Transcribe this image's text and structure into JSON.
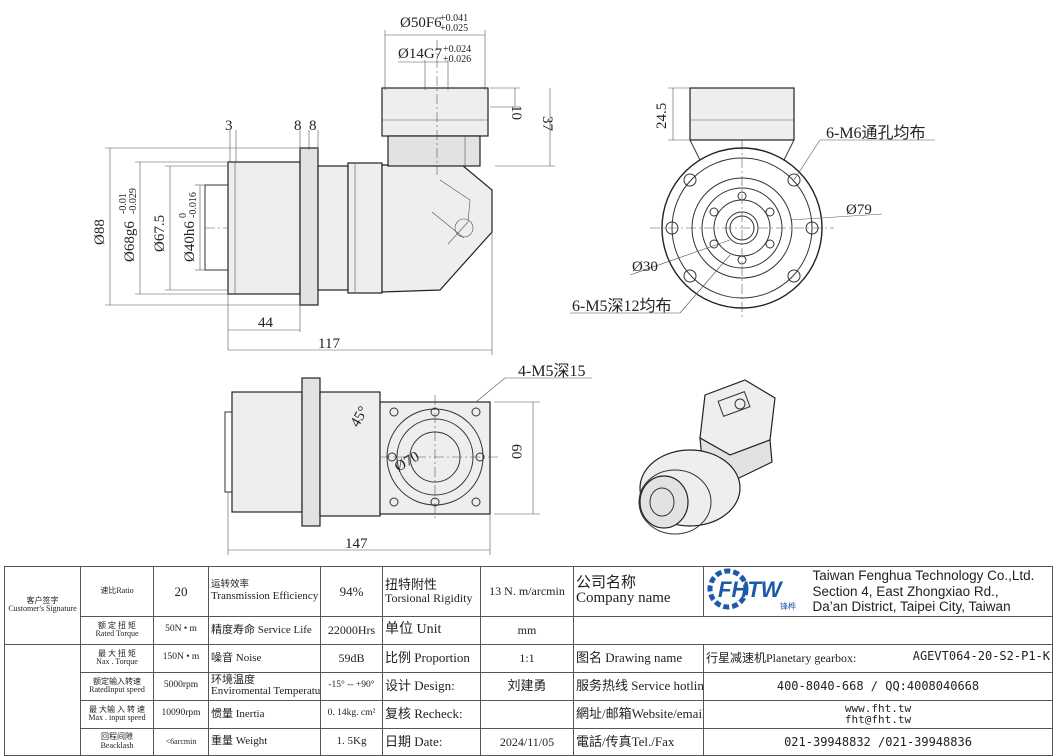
{
  "dimensions": {
    "shaft_fit": "Ø50F6",
    "shaft_fit_tol_upper": "+0.041",
    "shaft_fit_tol_lower": "+0.025",
    "bore_fit": "Ø14G7",
    "bore_fit_tol_upper": "+0.024",
    "bore_fit_tol_lower": "+0.026",
    "dim_3": "3",
    "dim_8a": "8",
    "dim_8b": "8",
    "dim_10": "10",
    "dim_37": "37",
    "dim_88": "Ø88",
    "dim_68": "Ø68g6",
    "dim_68_tol_upper": "-0.01",
    "dim_68_tol_lower": "-0.029",
    "dim_67_5": "Ø67.5",
    "dim_40": "Ø40h6",
    "dim_40_tol_upper": "0",
    "dim_40_tol_lower": "-0.016",
    "dim_44": "44",
    "dim_117": "117",
    "dim_24_5": "24.5",
    "holes_m6": "6-M6通孔均布",
    "dim_79": "Ø79",
    "dim_30": "Ø30",
    "holes_m5_12": "6-M5深12均布",
    "holes_m5_15": "4-M5深15",
    "angle_45": "45°",
    "dim_70": "Ø70",
    "dim_60": "60",
    "dim_147": "147"
  },
  "title_block": {
    "customer_signature_cn": "客户签字",
    "customer_signature_en": "Customer's Signature",
    "ratio_cn": "速比",
    "ratio_en": "Ratio",
    "ratio_value": "20",
    "efficiency_cn": "运转效率",
    "efficiency_en": "Transmission Efficiency",
    "efficiency_value": "94%",
    "torsional_rigidity_cn": "扭特附性",
    "torsional_rigidity_en": "Torsional Rigidity",
    "torsional_rigidity_value": "13 N. m/arcmin",
    "company_name_cn": "公司名称",
    "company_name_en": "Company name",
    "logo_text": "FHTW",
    "logo_sub": "锋桦",
    "company_line1": "Taiwan Fenghua Technology Co.,Ltd.",
    "company_line2": "Section 4, East Zhongxiao Rd.,",
    "company_line3": "Da’an District, Taipei City, Taiwan",
    "rated_torque_cn": "额 定 扭 矩",
    "rated_torque_en": "Rated Torque",
    "rated_torque_value": "50N • m",
    "service_life_cn": "精度寿命",
    "service_life_en": "Service Life",
    "service_life_value": "22000Hrs",
    "unit_cn": "单位",
    "unit_en": "Unit",
    "unit_value": "mm",
    "max_torque_cn": "最 大 扭 矩",
    "max_torque_en": "Nax . Torque",
    "max_torque_value": "150N • m",
    "noise_cn": "噪音",
    "noise_en": "Noise",
    "noise_value": "59dB",
    "proportion_cn": "比例",
    "proportion_en": "Proportion",
    "proportion_value": "1:1",
    "drawing_name_cn": "图名",
    "drawing_name_en": "Drawing name",
    "drawing_name_value_label": "行星减速机Planetary gearbox:",
    "drawing_name_value": "AGEVT064-20-S2-P1-K",
    "rated_input_speed_cn": "额定输入转速",
    "rated_input_speed_en": "RatedInput speed",
    "rated_input_speed_value": "5000rpm",
    "temperature_cn": "环境温度",
    "temperature_en": "Enviromental Temperature",
    "temperature_value": "-15° -- +90°",
    "design_cn": "设计",
    "design_en": "Design:",
    "design_value": "刘建勇",
    "service_hotline_cn": "服务热线",
    "service_hotline_en": "Service hotline",
    "service_hotline_value": "400-8040-668 / QQ:4008040668",
    "max_input_speed_cn": "最 大输 入 转 速",
    "max_input_speed_en": "Max . input speed",
    "max_input_speed_value": "10090rpm",
    "inertia_cn": "惯量",
    "inertia_en": "Inertia",
    "inertia_value": "0. 14kg. cm²",
    "recheck_cn": "复核",
    "recheck_en": "Recheck:",
    "recheck_value": "",
    "website_cn": "網址/邮箱",
    "website_en": "Website/email",
    "website_value1": "www.fht.tw",
    "website_value2": "fht@fht.tw",
    "backlash_cn": "回程间隙",
    "backlash_en": "Beacklash",
    "backlash_value": "<6arcmin",
    "weight_cn": "重量",
    "weight_en": "Weight",
    "weight_value": "1. 5Kg",
    "date_cn": "日期",
    "date_en": "Date:",
    "date_value": "2024/11/05",
    "tel_cn": "電話/传真",
    "tel_en": "Tel./Fax",
    "tel_value": "021-39948832 /021-39948836"
  }
}
